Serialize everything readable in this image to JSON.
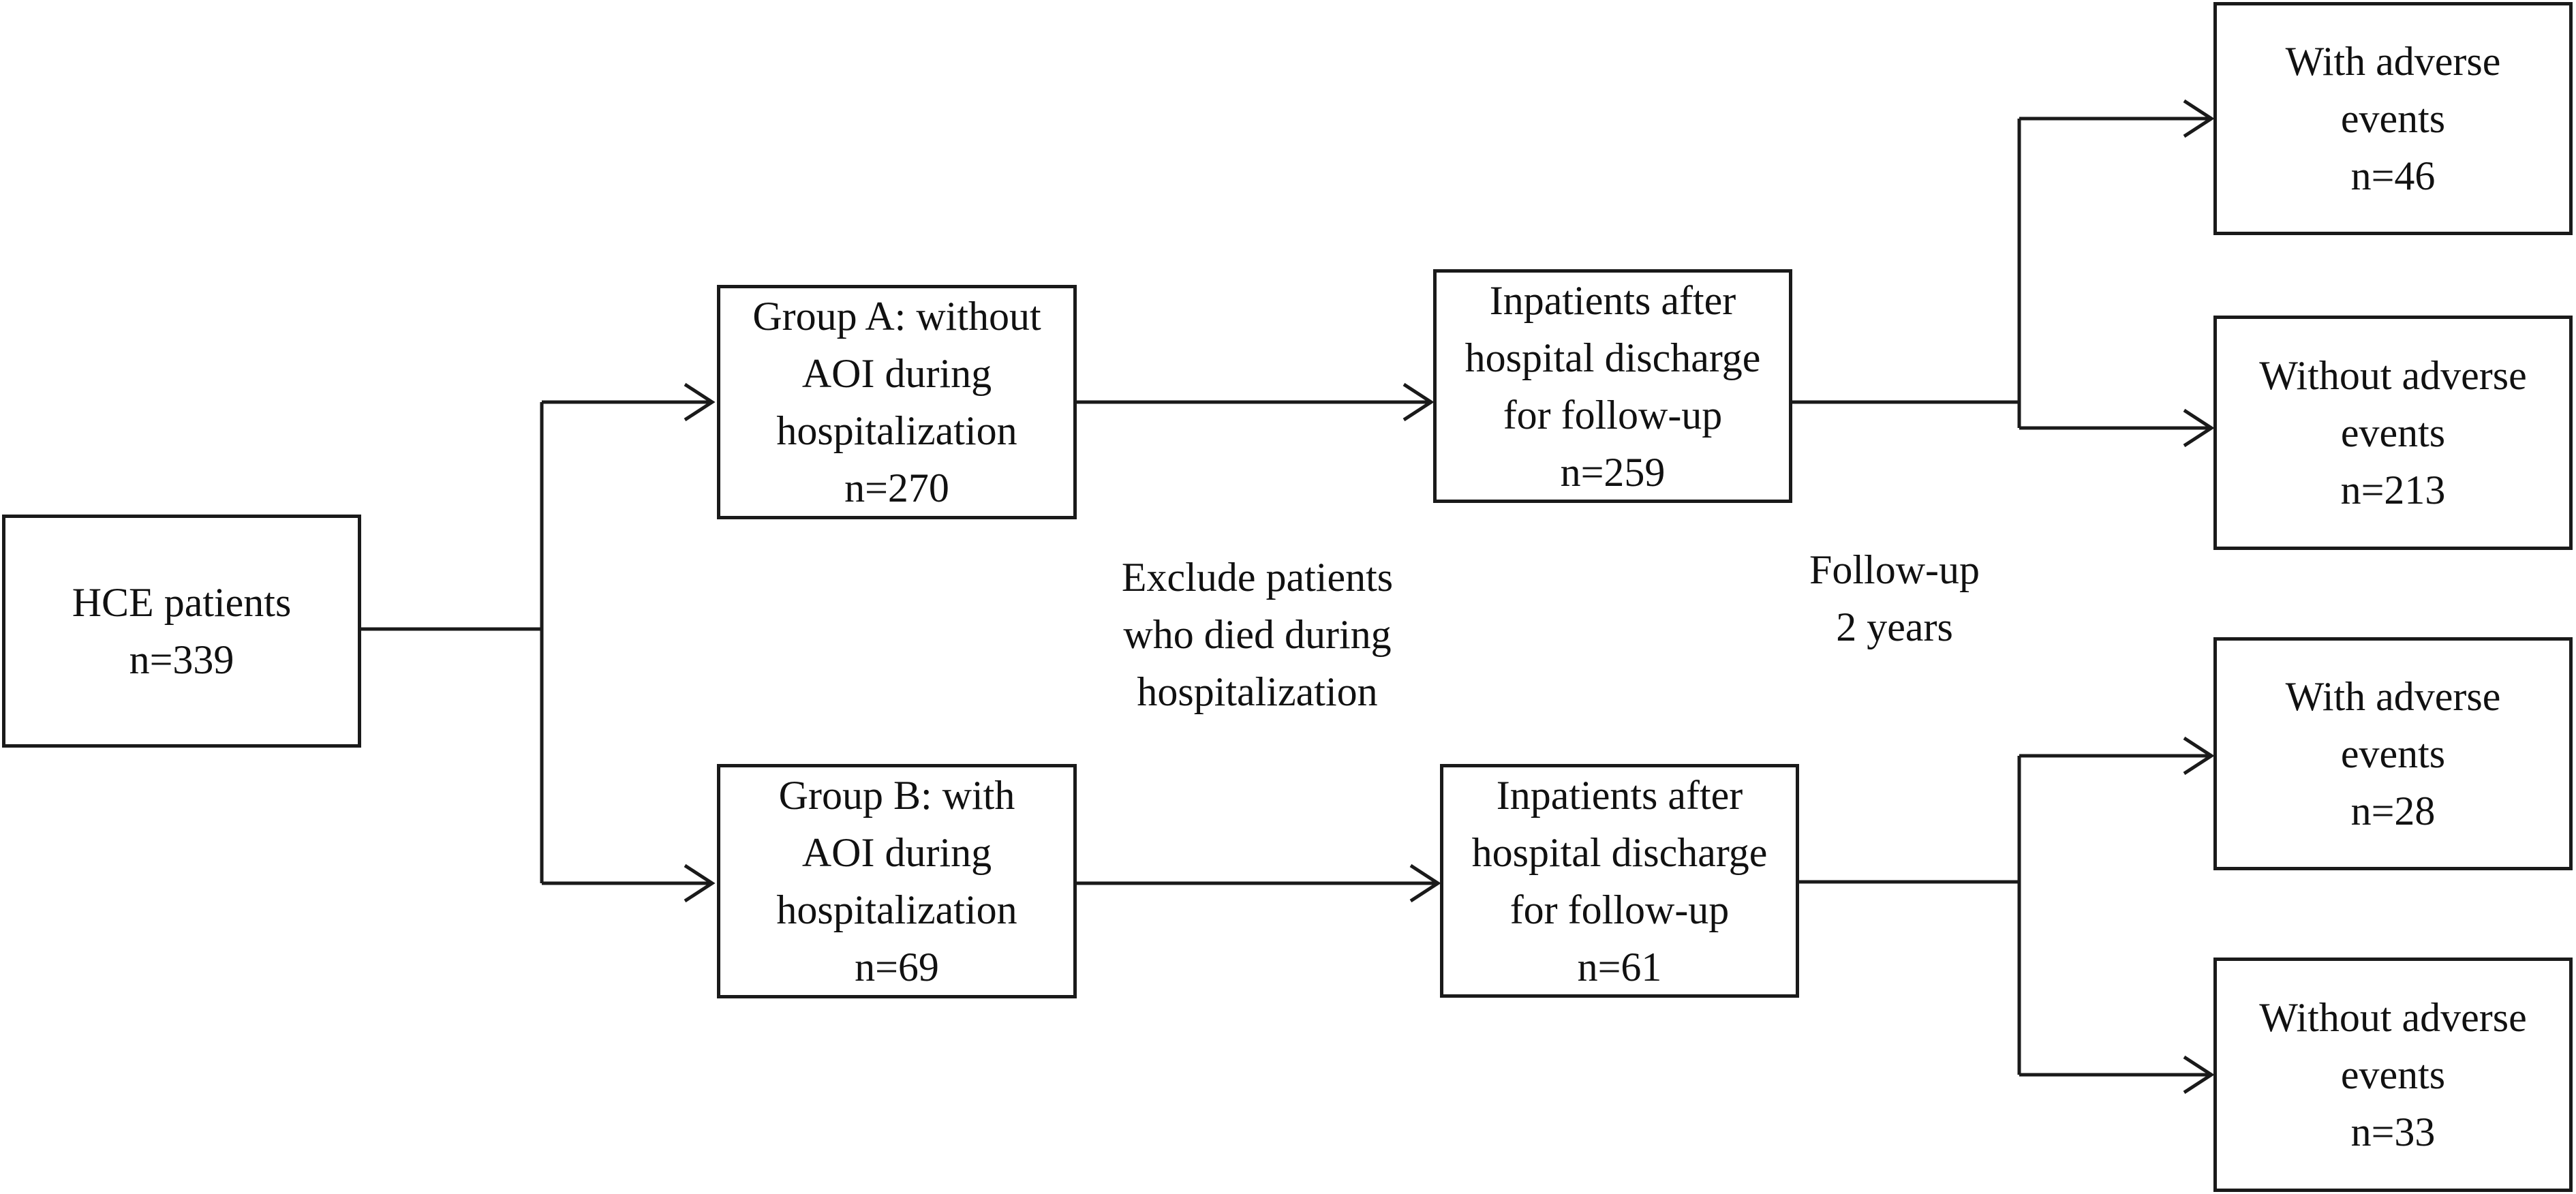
{
  "nodes": {
    "start": {
      "lines": [
        "HCE patients",
        "n=339"
      ]
    },
    "group_a": {
      "lines": [
        "Group A: without",
        "AOI during",
        "hospitalization",
        "n=270"
      ]
    },
    "group_b": {
      "lines": [
        "Group B: with",
        "AOI during",
        "hospitalization",
        "n=69"
      ]
    },
    "followup_a": {
      "lines": [
        "Inpatients after",
        "hospital discharge",
        "for follow-up",
        "n=259"
      ]
    },
    "followup_b": {
      "lines": [
        "Inpatients after",
        "hospital discharge",
        "for follow-up",
        "n=61"
      ]
    },
    "outcome_a_with": {
      "lines": [
        "With adverse",
        "events",
        "n=46"
      ]
    },
    "outcome_a_without": {
      "lines": [
        "Without adverse",
        "events",
        "n=213"
      ]
    },
    "outcome_b_with": {
      "lines": [
        "With adverse",
        "events",
        "n=28"
      ]
    },
    "outcome_b_without": {
      "lines": [
        "Without adverse",
        "events",
        "n=33"
      ]
    }
  },
  "annotations": {
    "exclusion": {
      "lines": [
        "Exclude patients",
        "who died during",
        "hospitalization"
      ]
    },
    "followup_period": {
      "lines": [
        "Follow-up",
        "2 years"
      ]
    }
  }
}
